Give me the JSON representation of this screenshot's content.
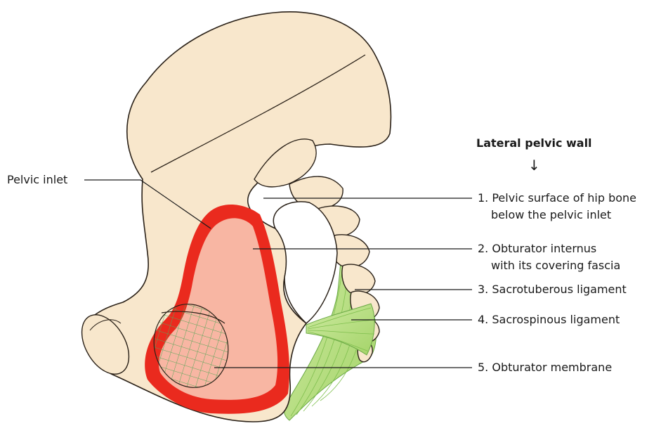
{
  "heading": "Lateral pelvic wall",
  "left_label": "Pelvic inlet",
  "labels": [
    {
      "line1": "1. Pelvic surface of hip bone",
      "line2": "below the pelvic inlet"
    },
    {
      "line1": "2. Obturator internus",
      "line2": "with its covering fascia"
    },
    {
      "line1": "3. Sacrotuberous ligament"
    },
    {
      "line1": "4. Sacrospinous ligament"
    },
    {
      "line1": "5. Obturator membrane"
    }
  ],
  "colors": {
    "bone": "#f8e7cc",
    "bone_outline": "#2a2118",
    "muscle_rim": "#e8231f",
    "muscle_fill": "#f8b6a3",
    "ligament": "#b7de7e",
    "membrane_hatch": "#5aa75a"
  }
}
